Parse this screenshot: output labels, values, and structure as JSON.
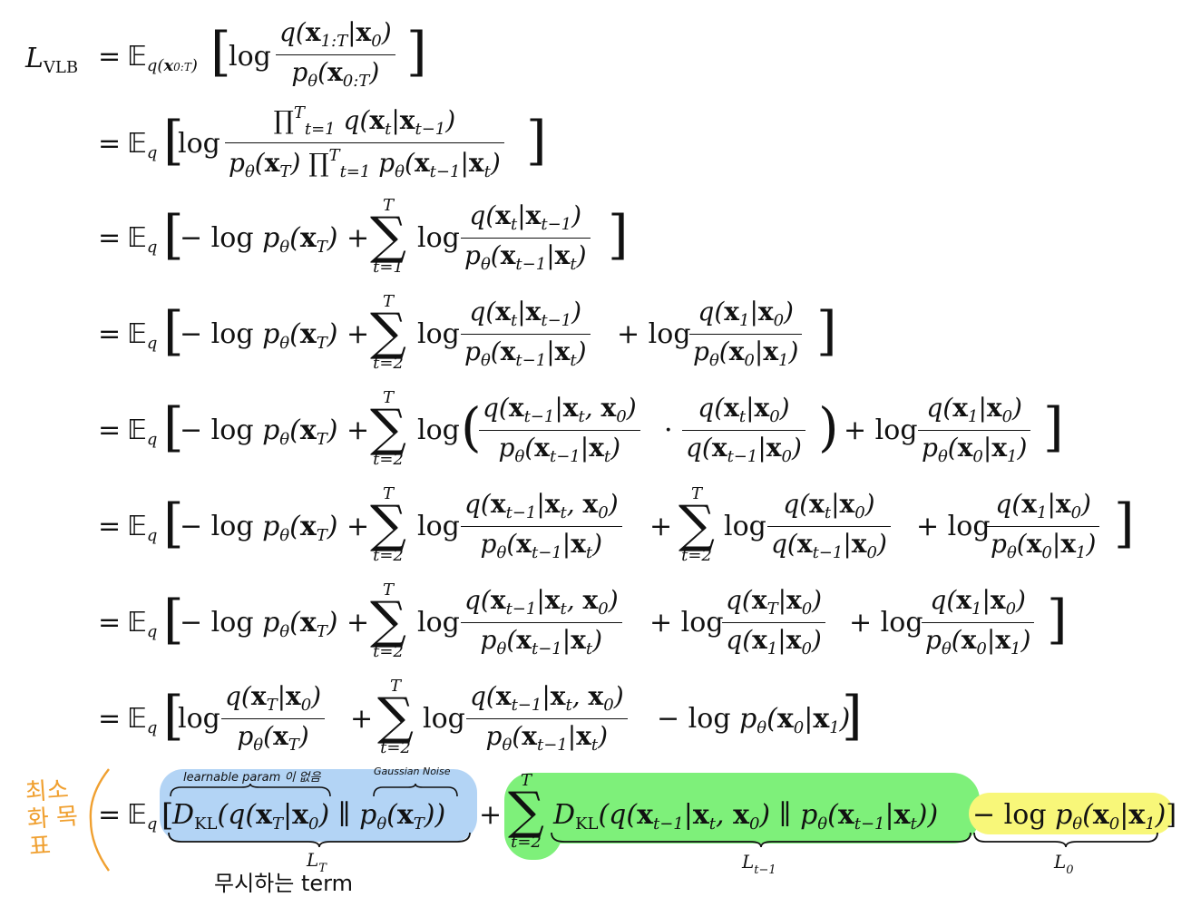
{
  "lhs": "L",
  "lhs_sub": "VLB",
  "eq": "=",
  "E": "𝔼",
  "E_sub_line1": "q(x",
  "E_sub_line1_idx": "0:T",
  "E_sub": "q",
  "log": "log",
  "minus_log_pT": "− log p",
  "theta": "θ",
  "annotations": {
    "objective": "최소화 목표",
    "learnable": "learnable param 이 없음",
    "gaussian": "Gaussian Noise",
    "ignore_term": "무시하는 term"
  },
  "labels": {
    "LT": "L",
    "LT_sub": "T",
    "Lt1": "L",
    "Lt1_sub": "t−1",
    "L0": "L",
    "L0_sub": "0"
  },
  "colors": {
    "blue_highlight": "#b3d4f5",
    "green_highlight": "#7ef07a",
    "yellow_highlight": "#f8f779",
    "annotation_orange": "#f0a030"
  }
}
